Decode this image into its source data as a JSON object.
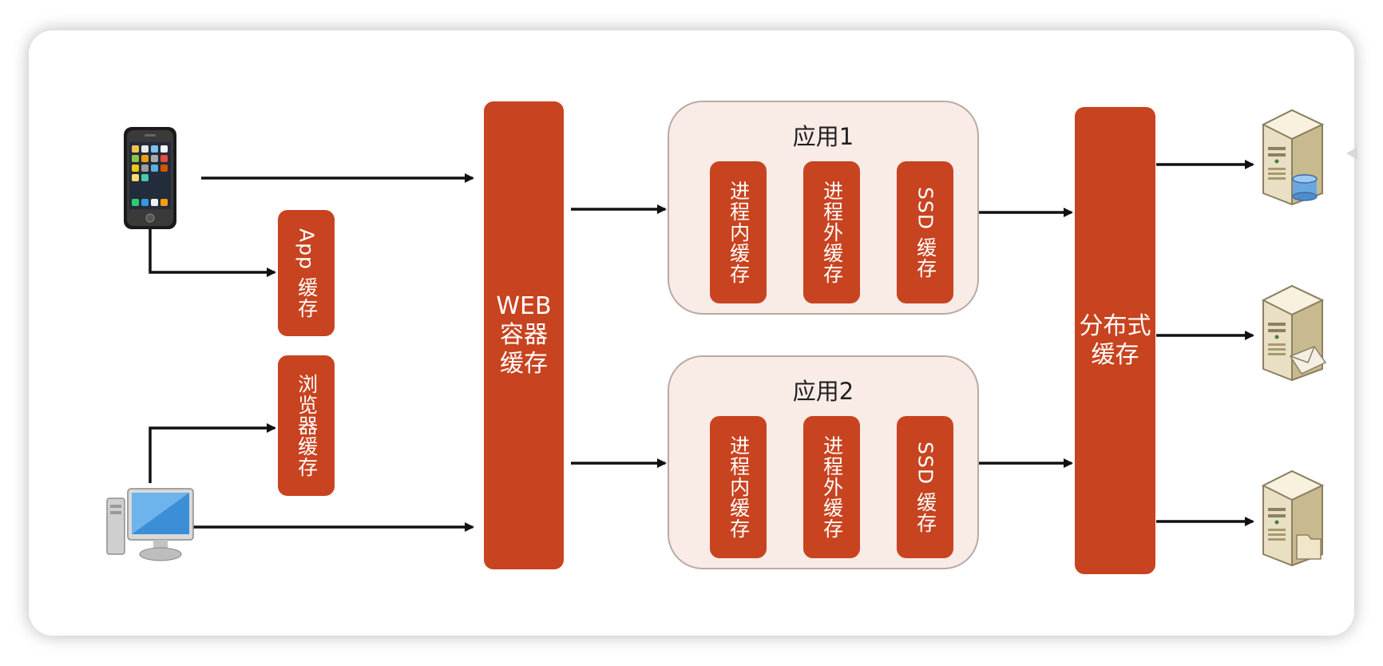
{
  "diagram": {
    "web_container_cache": "WEB\n容器\n缓存",
    "app_cache": "App 缓存",
    "browser_cache": "浏览器缓存",
    "distributed_cache": "分布式\n缓存",
    "app1": {
      "title": "应用1",
      "caches": [
        "进程内缓存",
        "进程外缓存",
        "SSD 缓存"
      ]
    },
    "app2": {
      "title": "应用2",
      "caches": [
        "进程内缓存",
        "进程外缓存",
        "SSD 缓存"
      ]
    },
    "colors": {
      "box_fill": "#c8431f",
      "panel_fill": "#f9ebe6",
      "arrow": "#111111"
    },
    "icons": [
      "mobile-phone-icon",
      "desktop-computer-icon",
      "database-server-icon",
      "mail-server-icon",
      "file-server-icon"
    ]
  }
}
